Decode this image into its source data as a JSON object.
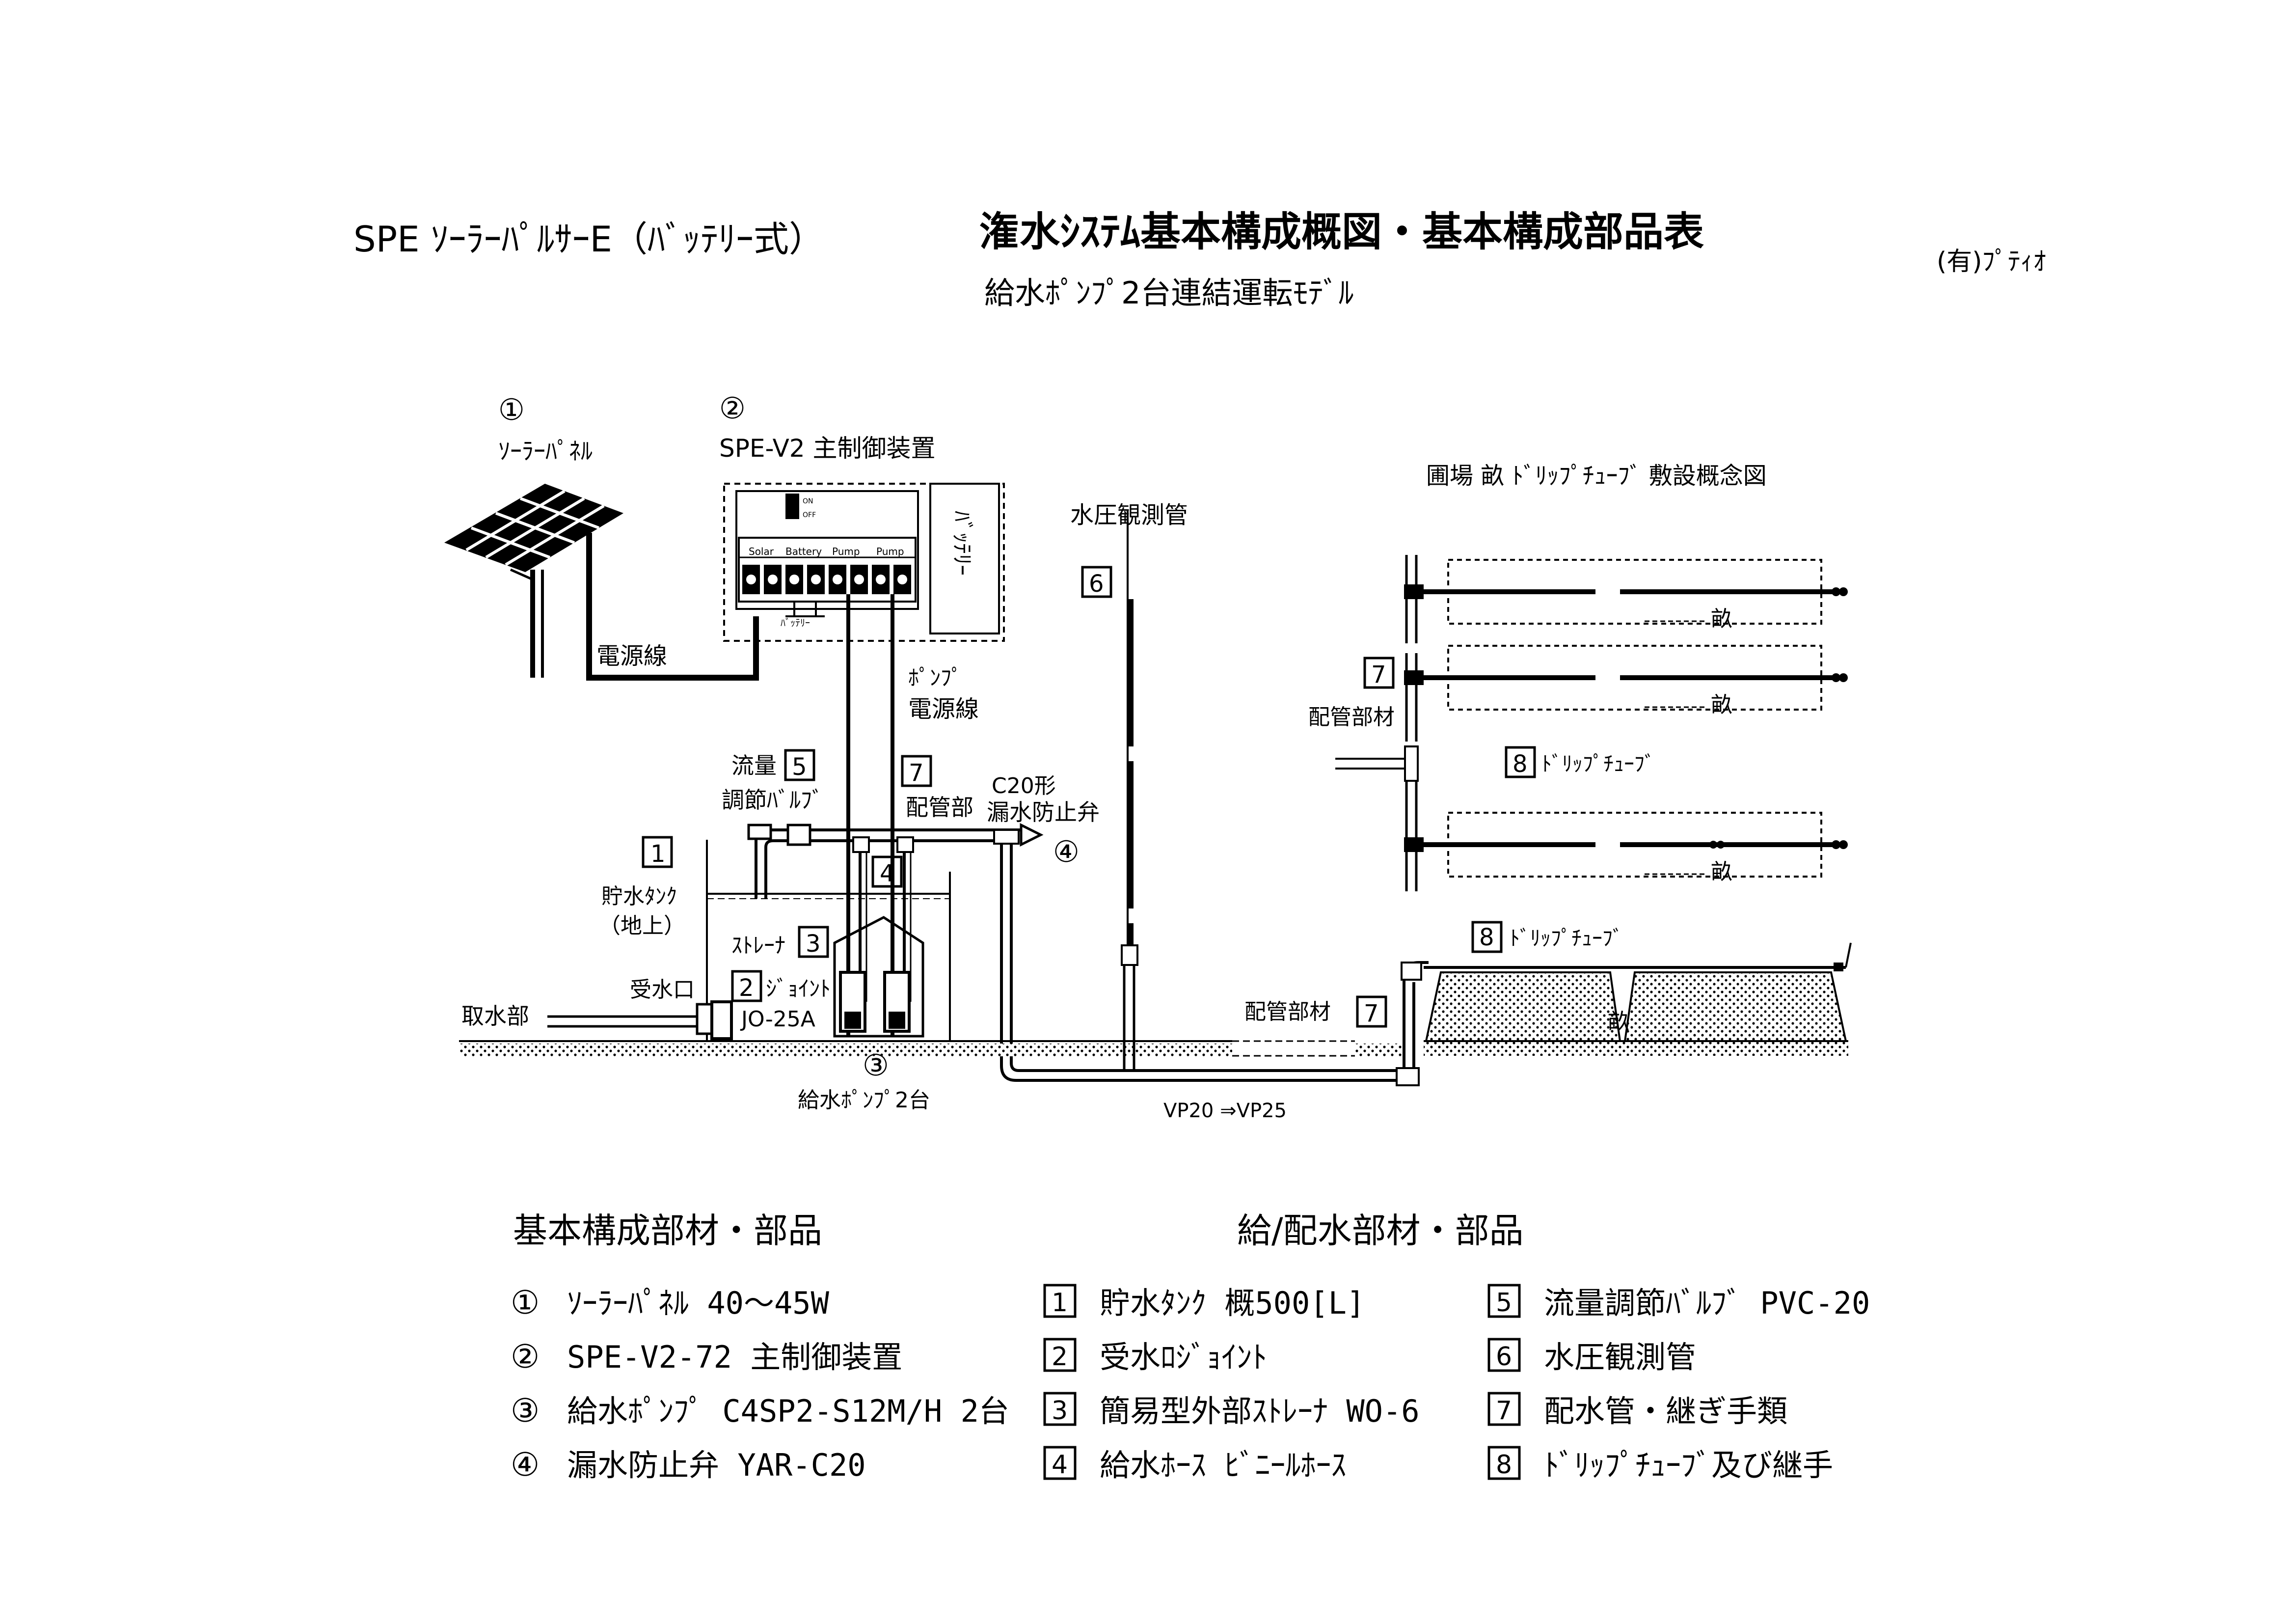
{
  "header": {
    "product": "SPE ｿｰﾗｰﾊﾟﾙｻｰE（ﾊﾞｯﾃﾘｰ式）",
    "title": "潅水ｼｽﾃﾑ基本構成概図・基本構成部品表",
    "subtitle": "給水ﾎﾟﾝﾌﾟ2台連結運転ﾓﾃﾞﾙ",
    "company": "(有)ﾌﾟﾃｨｵ"
  },
  "diagram": {
    "panel_num": "①",
    "panel_label": "ｿｰﾗｰﾊﾟﾈﾙ",
    "controller_num": "②",
    "controller_label": "SPE-V2  主制御装置",
    "switch_on": "ON",
    "switch_off": "OFF",
    "terminals": [
      "Solar",
      "Battery",
      "Pump",
      "Pump"
    ],
    "battery_small": "ﾊﾞｯﾃﾘｰ",
    "battery_box": "ﾊﾞｯﾃﾘｰ",
    "power_line": "電源線",
    "pump_power_1": "ﾎﾟﾝﾌﾟ",
    "pump_power_2": "電源線",
    "pressure_pipe": "水圧観測管",
    "pressure_num": "6",
    "flow_valve_1": "流量",
    "flow_valve_2": "調節ﾊﾞﾙﾌﾞ",
    "flow_valve_num": "5",
    "piping_num": "7",
    "piping_label": "配管部",
    "check_valve_1": "C20形",
    "check_valve_2": "漏水防止弁",
    "check_valve_num": "④",
    "tank_num": "1",
    "tank_1": "貯水ﾀﾝｸ",
    "tank_2": "（地上）",
    "hose_num": "4",
    "strainer_label": "ｽﾄﾚｰﾅ",
    "strainer_num": "3",
    "joint_num": "2",
    "joint_label": "ｼﾞｮｲﾝﾄ",
    "joint_model": "JO-25A",
    "intake_label": "受水口",
    "water_source": "取水部",
    "pump_num": "③",
    "pump_label": "給水ﾎﾟﾝﾌﾟ2台",
    "pipe_size": "VP20 ⇒VP25",
    "field_title": "圃場  畝  ﾄﾞﾘｯﾌﾟﾁｭｰﾌﾞ  敷設概念図",
    "ridge": "畝",
    "field_piping_num": "7",
    "field_piping_label": "配管部材",
    "drip_num": "8",
    "drip_label": "ﾄﾞﾘｯﾌﾟﾁｭｰﾌﾞ",
    "side_drip_num": "8",
    "side_drip_label": "ﾄﾞﾘｯﾌﾟﾁｭｰﾌﾞ",
    "side_piping_label": "配管部材",
    "side_piping_num": "7",
    "side_ridge": "畝"
  },
  "parts": {
    "basic_title": "基本構成部材・部品",
    "supply_title": "給/配水部材・部品",
    "basic": [
      {
        "num": "①",
        "text": "ｿｰﾗｰﾊﾟﾈﾙ   40～45W"
      },
      {
        "num": "②",
        "text": "SPE-V2-72 主制御装置"
      },
      {
        "num": "③",
        "text": "給水ﾎﾟﾝﾌﾟ C4SP2-S12M/H 2台"
      },
      {
        "num": "④",
        "text": "漏水防止弁   YAR-C20"
      }
    ],
    "supply_a": [
      {
        "num": "1",
        "text": "貯水ﾀﾝｸ   概500[L]"
      },
      {
        "num": "2",
        "text": "受水ﾛｼﾞｮｲﾝﾄ"
      },
      {
        "num": "3",
        "text": "簡易型外部ｽﾄﾚｰﾅ   WO-6"
      },
      {
        "num": "4",
        "text": "給水ﾎｰｽ  ﾋﾞﾆｰﾙﾎｰｽ"
      }
    ],
    "supply_b": [
      {
        "num": "5",
        "text": "流量調節ﾊﾞﾙﾌﾞ PVC-20"
      },
      {
        "num": "6",
        "text": "水圧観測管"
      },
      {
        "num": "7",
        "text": "配水管・継ぎ手類"
      },
      {
        "num": "8",
        "text": "ﾄﾞﾘｯﾌﾟﾁｭｰﾌﾞ及び継手"
      }
    ]
  }
}
